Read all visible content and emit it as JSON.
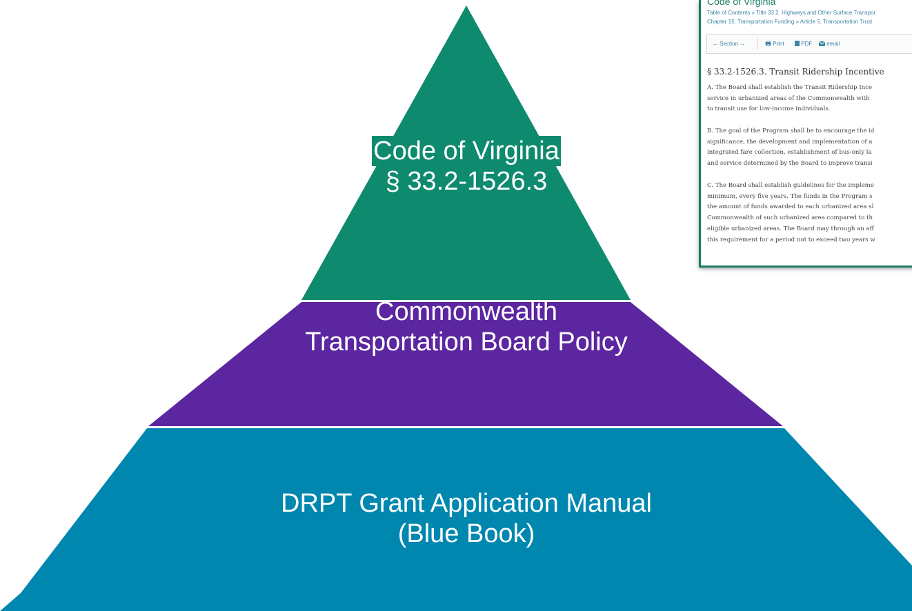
{
  "pyramid": {
    "tiers": [
      {
        "lines": [
          "Code of Virginia",
          "§ 33.2-1526.3"
        ],
        "color": "#0e8a6e"
      },
      {
        "lines": [
          "Commonwealth",
          "Transportation Board Policy"
        ],
        "color": "#5b26a0"
      },
      {
        "lines": [
          "DRPT Grant Application Manual",
          "(Blue Book)"
        ],
        "color": "#0087b0"
      }
    ]
  },
  "code_screenshot": {
    "title": "Code of Virginia",
    "breadcrumb_line1": "Table of Contents » Title 33.2. Highways and Other Surface Transpor",
    "breadcrumb_line2": "Chapter 15. Transportation Funding » Article 5. Transportation Trust",
    "toolbar": {
      "section": "← Section →",
      "print": "Print",
      "pdf": "PDF",
      "email": "email"
    },
    "heading": "§ 33.2-1526.3. Transit Ridership Incentive",
    "paragraph_a": [
      "A. The Board shall establish the Transit Ridership Ince",
      "service in urbanized areas of the Commonwealth with",
      "to transit use for low-income individuals."
    ],
    "paragraph_b": [
      "B. The goal of the Program shall be to encourage the id",
      "significance, the development and implementation of a",
      "integrated fare collection, establishment of bus-only la",
      "and service determined by the Board to improve transi"
    ],
    "paragraph_c": [
      "C. The Board shall establish guidelines for the impleme",
      "minimum, every five years. The funds in the Program s",
      "the amount of funds awarded to each urbanized area sl",
      "Commonwealth of such urbanized area compared to th",
      "eligible urbanized areas. The Board may through an aff",
      "this requirement for a period not to exceed two years w"
    ]
  }
}
